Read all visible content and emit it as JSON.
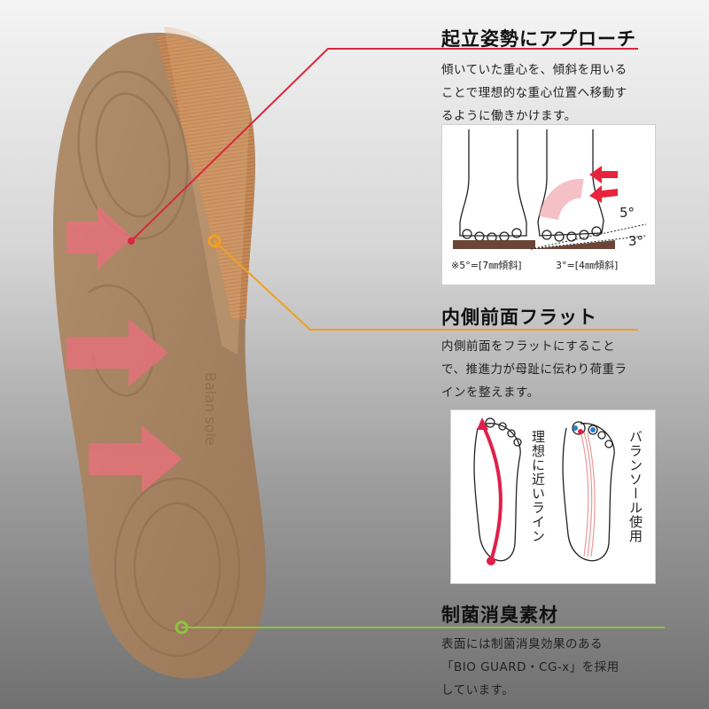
{
  "features": [
    {
      "title": "起立姿勢にアプローチ",
      "body": [
        "傾いていた重心を、傾斜を用いる",
        "ことで理想的な重心位置へ移動す",
        "るように働きかけます。"
      ],
      "accent": "#d8283e"
    },
    {
      "title": "内側前面フラット",
      "body": [
        "内側前面をフラットにすること",
        "で、推進力が母趾に伝わり荷重ラ",
        "インを整えます。"
      ],
      "accent": "#f0a020"
    },
    {
      "title": "制菌消臭素材",
      "body": [
        "表面には制菌消臭効果のある",
        "「BIO GUARD・CG-x」を採用",
        "しています。"
      ],
      "accent": "#8cc63f"
    }
  ],
  "figure1": {
    "angle_a": "5°",
    "angle_b": "3°",
    "caption_a": "※5°=[7㎜傾斜]",
    "caption_b": "3°=[4㎜傾斜]"
  },
  "figure2": {
    "label_ideal": "理想に近いライン",
    "label_balance": "バランソール使用"
  },
  "insole_brand": "Balan sole"
}
